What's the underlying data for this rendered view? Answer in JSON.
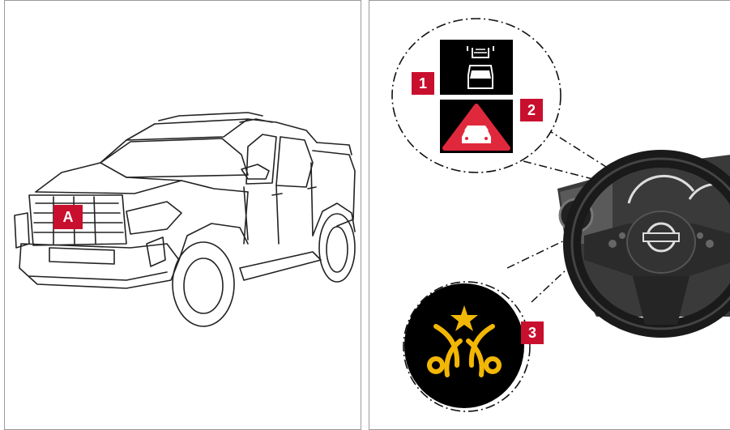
{
  "colors": {
    "badge_red": "#c8102e",
    "warning_triangle_red": "#e0283c",
    "amber_icon": "#f2b705",
    "panel_border": "#9a9a9a",
    "callout_black": "#000000"
  },
  "left_panel": {
    "vehicle_icon": "pickup-truck-line-drawing",
    "marker_label": "A"
  },
  "right_panel": {
    "callout_top": {
      "items": [
        {
          "label": "1",
          "icon": "front-distance-sensor-icon"
        },
        {
          "label": "2",
          "icon": "forward-collision-warning-icon"
        }
      ]
    },
    "callout_bottom": {
      "label": "3",
      "icon": "emergency-braking-warning-icon"
    },
    "steering_wheel_icon": "steering-wheel-dashboard"
  }
}
